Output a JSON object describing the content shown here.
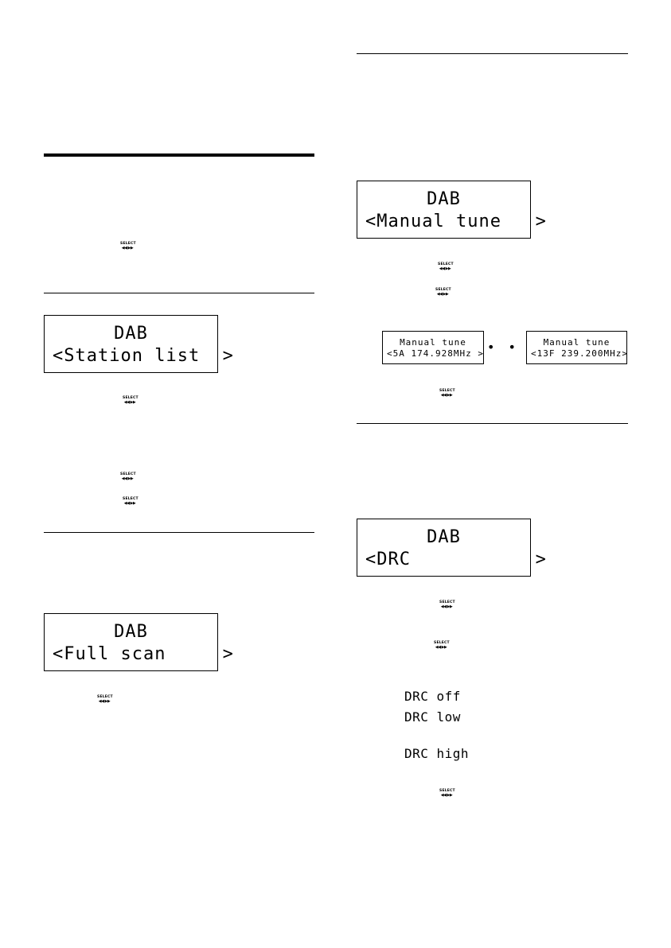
{
  "icons": {
    "select_label": "SELECT",
    "arrows": "◀◀ ▶▶"
  },
  "displays": {
    "station_list": {
      "line1": "DAB",
      "line2": "<Station list  >"
    },
    "full_scan": {
      "line1": "DAB",
      "line2": "<Full scan     >"
    },
    "manual_tune": {
      "line1": "DAB",
      "line2": "<Manual tune   >"
    },
    "manual_tune_first": {
      "line1": "Manual tune",
      "line2": "<5A 174.928MHz >"
    },
    "manual_tune_last": {
      "line1": "Manual tune",
      "line2": "<13F 239.200MHz>"
    },
    "drc": {
      "line1": "DAB",
      "line2": "<DRC           >"
    }
  },
  "ellipsis": "• • •",
  "drc_options": [
    "DRC off",
    "DRC low",
    "DRC high"
  ]
}
